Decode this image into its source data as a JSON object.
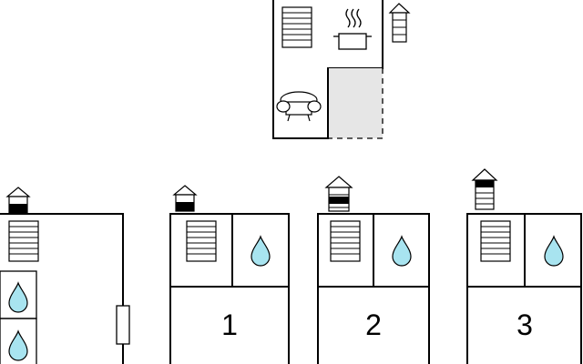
{
  "floor_plan": {
    "upper_floor": {
      "terrace_fill": "#e6e6e6",
      "icons": [
        "stairs-icon",
        "cooking-pot-icon",
        "sofa-icon",
        "floor-level-icon"
      ]
    },
    "ground_unit": {
      "icons": [
        "floor-level-icon",
        "stairs-icon",
        "water-drop-icon",
        "water-drop-icon",
        "door-icon"
      ]
    },
    "bedrooms": [
      {
        "label": "1",
        "icons": [
          "floor-level-icon",
          "stairs-icon",
          "water-drop-icon"
        ]
      },
      {
        "label": "2",
        "icons": [
          "floor-level-icon",
          "stairs-icon",
          "water-drop-icon"
        ]
      },
      {
        "label": "3",
        "icons": [
          "floor-level-icon",
          "stairs-icon",
          "water-drop-icon"
        ]
      }
    ],
    "colors": {
      "line": "#000000",
      "water": "#a8e4f0",
      "terrace": "#e6e6e6"
    }
  }
}
